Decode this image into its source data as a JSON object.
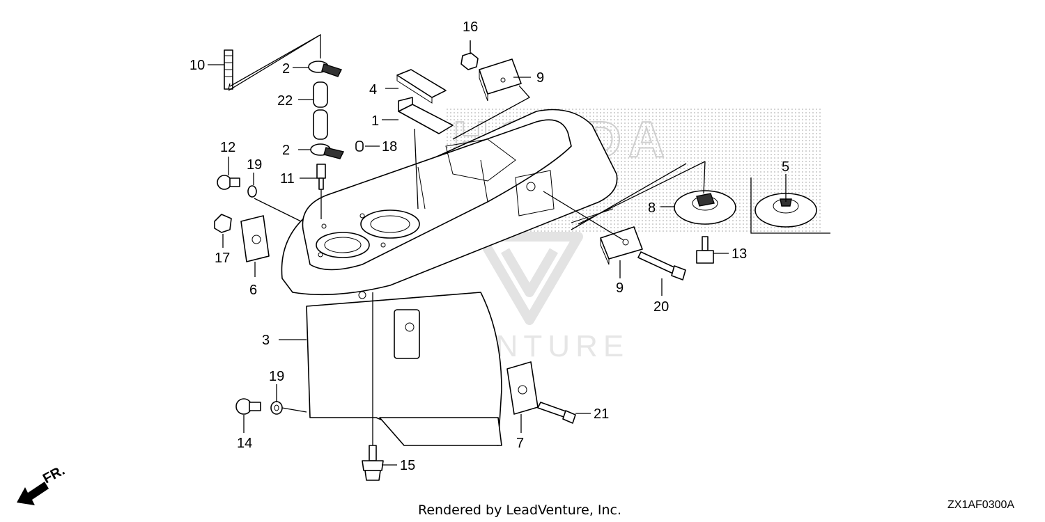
{
  "diagram": {
    "watermark_brand": "HONDA",
    "watermark_lead": "LEADVENTURE",
    "callouts": [
      "1",
      "2",
      "2",
      "3",
      "4",
      "5",
      "6",
      "7",
      "8",
      "9",
      "9",
      "10",
      "11",
      "12",
      "13",
      "14",
      "15",
      "16",
      "17",
      "18",
      "19",
      "19",
      "20",
      "21",
      "22"
    ],
    "direction_label": "FR.",
    "footer": "Rendered by LeadVenture, Inc.",
    "diagram_code": "ZX1AF0300A"
  }
}
